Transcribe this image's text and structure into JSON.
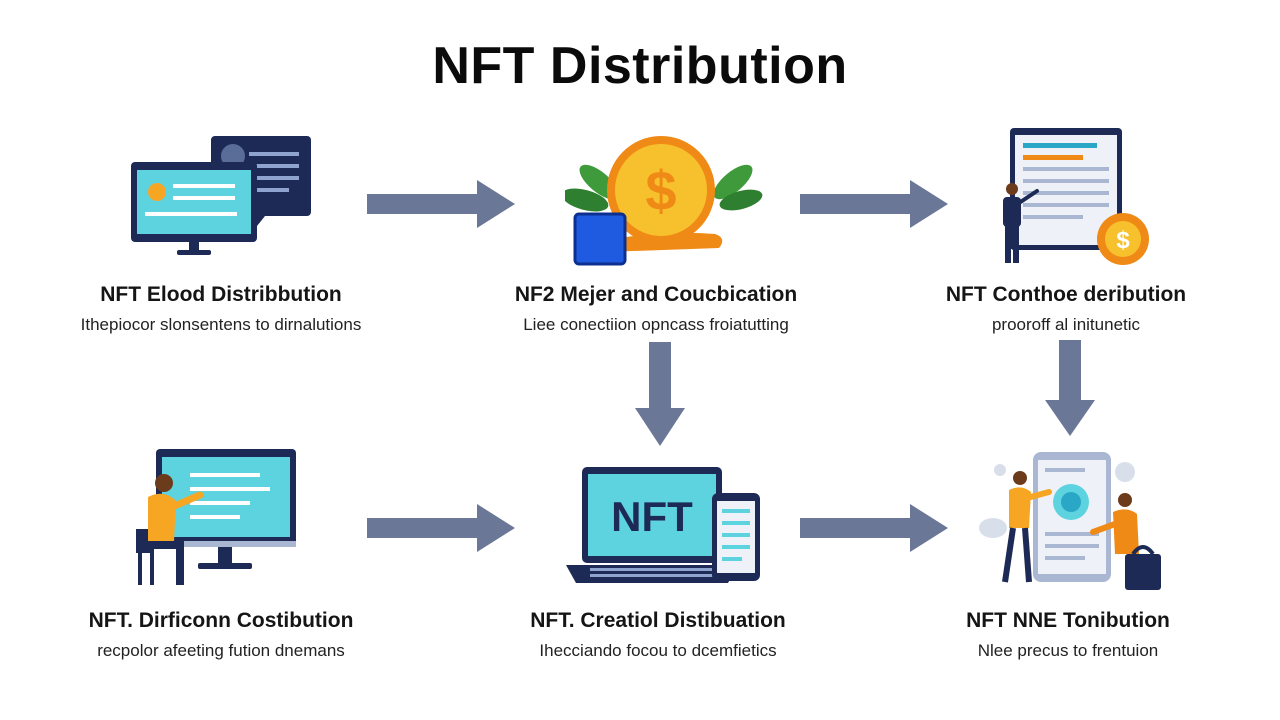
{
  "title": "NFT Distribution",
  "steps": [
    {
      "heading": "NFT Elood Distribbution",
      "sub": "Ithepiocor slonsentens to dirnalutions"
    },
    {
      "heading": "NF2 Mejer and Coucbication",
      "sub": "Liee conectiion opncass froiatutting"
    },
    {
      "heading": "NFT Conthoe deribution",
      "sub": "prooroff al initunetic"
    },
    {
      "heading": "NFT. Dirficonn Costibution",
      "sub": "recpolor afeeting fution dnemans"
    },
    {
      "heading": "NFT. Creatiol Distibuation",
      "sub": "Ihecciando focou to dcemfietics"
    },
    {
      "heading": "NFT NNE Tonibution",
      "sub": "Nlee precus to frentuion"
    }
  ],
  "laptop_label": "NFT",
  "coin_symbol": "$",
  "colors": {
    "arrow": "#6b7796",
    "navy": "#1c2a55",
    "screen": "#5ed3e0",
    "coin": "#f7c12d",
    "coin_edge": "#f08a16",
    "orange": "#f6a623",
    "blue_box": "#1f5be0",
    "leaf": "#3f9a3b"
  }
}
